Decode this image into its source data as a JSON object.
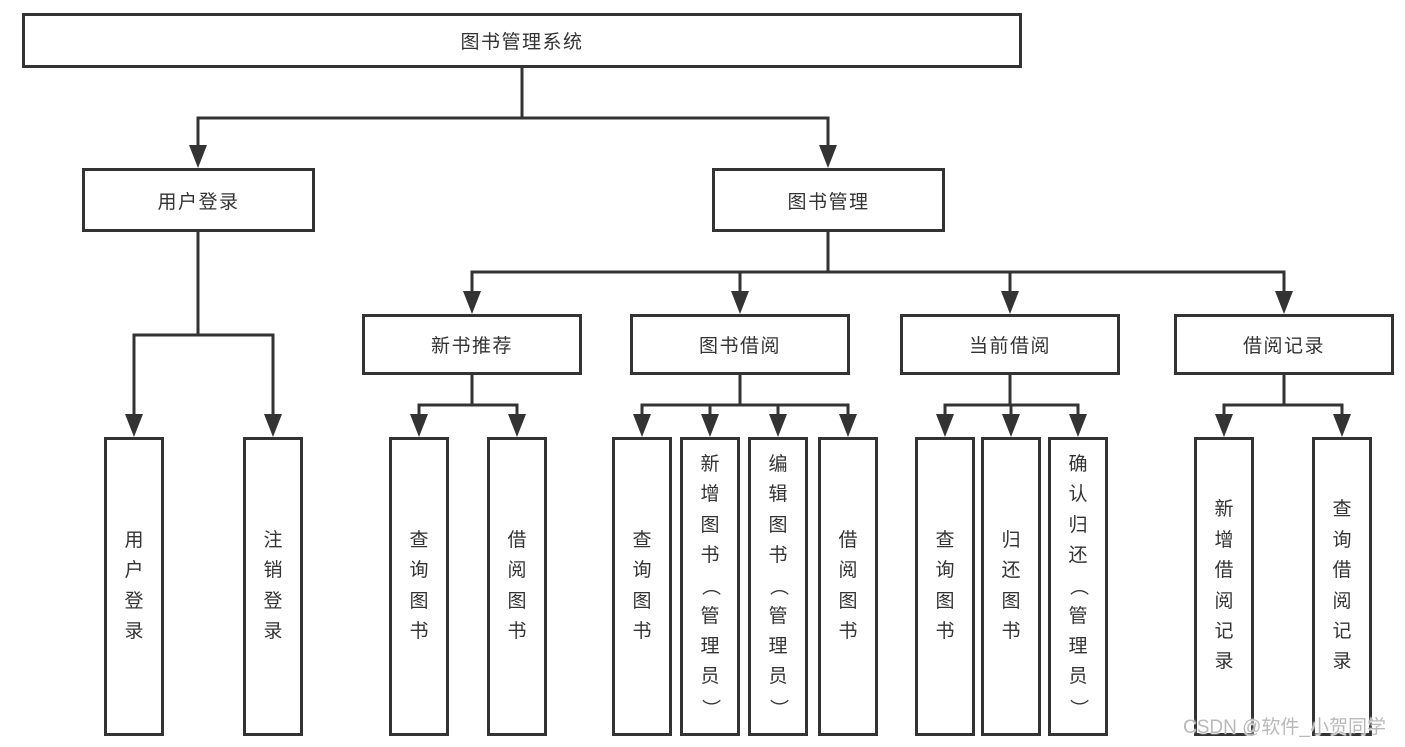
{
  "diagram": {
    "type": "function-structure-tree",
    "tree": {
      "label": "图书管理系统",
      "children": [
        {
          "label": "用户登录",
          "children": [
            {
              "label": "用户登录"
            },
            {
              "label": "注销登录"
            }
          ]
        },
        {
          "label": "图书管理",
          "children": [
            {
              "label": "新书推荐",
              "children": [
                {
                  "label": "查询图书"
                },
                {
                  "label": "借阅图书"
                }
              ]
            },
            {
              "label": "图书借阅",
              "children": [
                {
                  "label": "查询图书"
                },
                {
                  "label": "新增图书（管理员）"
                },
                {
                  "label": "编辑图书（管理员）"
                },
                {
                  "label": "借阅图书"
                }
              ]
            },
            {
              "label": "当前借阅",
              "children": [
                {
                  "label": "查询图书"
                },
                {
                  "label": "归还图书"
                },
                {
                  "label": "确认归还（管理员）"
                }
              ]
            },
            {
              "label": "借阅记录",
              "children": [
                {
                  "label": "新增借阅记录"
                },
                {
                  "label": "查询借阅记录"
                }
              ]
            }
          ]
        }
      ]
    },
    "colors": {
      "line": "#333333",
      "box_border": "#333333",
      "box_fill": "#ffffff",
      "text": "#333333",
      "watermark": "#b9b9b9",
      "background": "#ffffff"
    }
  },
  "watermark": {
    "text": "CSDN @软件_小贺同学"
  }
}
